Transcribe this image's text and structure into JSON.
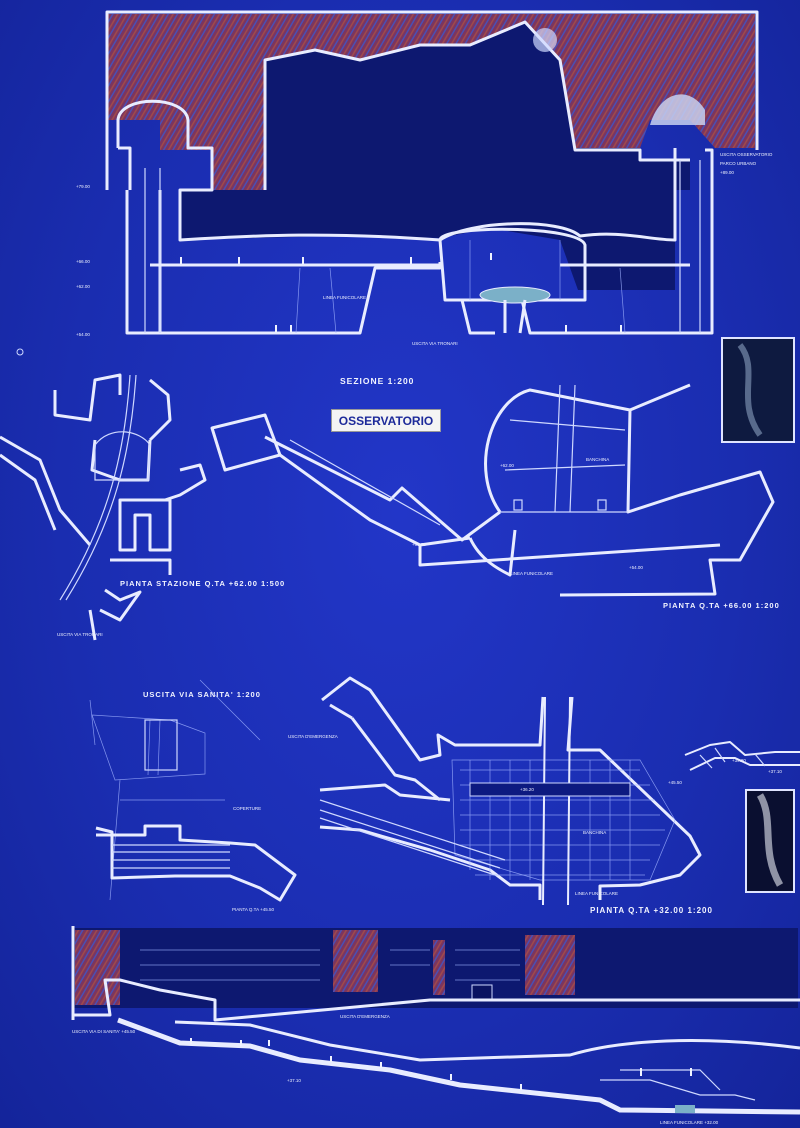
{
  "title_label": "OSSERVATORIO",
  "section_top": {
    "title": "SEZIONE 1:200",
    "levels": [
      "+79.00",
      "+66.00",
      "+62.00",
      "+54.00"
    ],
    "exit_observatory": [
      "USCITA OSSERVATORIO",
      "PARCO URBANO",
      "+89.00"
    ],
    "funicular_line": "LINEA FUNICOLARE",
    "exit_tronari": "USCITA VIA TRONARI"
  },
  "plan_station": {
    "title": "PIANTA  STAZIONE  Q.TA  +62.00  1:500",
    "exit_tronari": "USCITA VIA TRONARI"
  },
  "plan_66": {
    "title": "PIANTA  Q.TA  +66.00  1:200",
    "platform": "BANCHINA",
    "level_62": "+62.00",
    "level_66": "+66.00",
    "level_54": "+54.00",
    "funicular_line": "LINEA FUNICOLARE"
  },
  "plan_sanita": {
    "title": "USCITA  VIA  SANITA'  1:200",
    "roofs": "COPERTURE",
    "subtitle": "PIANTA  Q.TA  +45.50"
  },
  "plan_32": {
    "title": "PIANTA  Q.TA  +32.00  1:200",
    "emergency_exit": "USCITA D'EMERGENZA",
    "level_36": "+36.20",
    "platform": "BANCHINA",
    "funicular_line": "LINEA FUNICOLARE",
    "stair_levels": [
      "+45.50",
      "+39.80",
      "+37.10"
    ]
  },
  "section_bottom": {
    "exit_sanita": "USCITA VIA DI SANITA'  +45.50",
    "emergency_exit": "USCITA D'EMERGENZA",
    "level_37": "+37.10",
    "funicular": "LINEA FUNICOLARE  +32.00"
  },
  "colors": {
    "background": "#1b2eb2",
    "line": "#e8ecff",
    "rock": "#8a3a5a"
  }
}
